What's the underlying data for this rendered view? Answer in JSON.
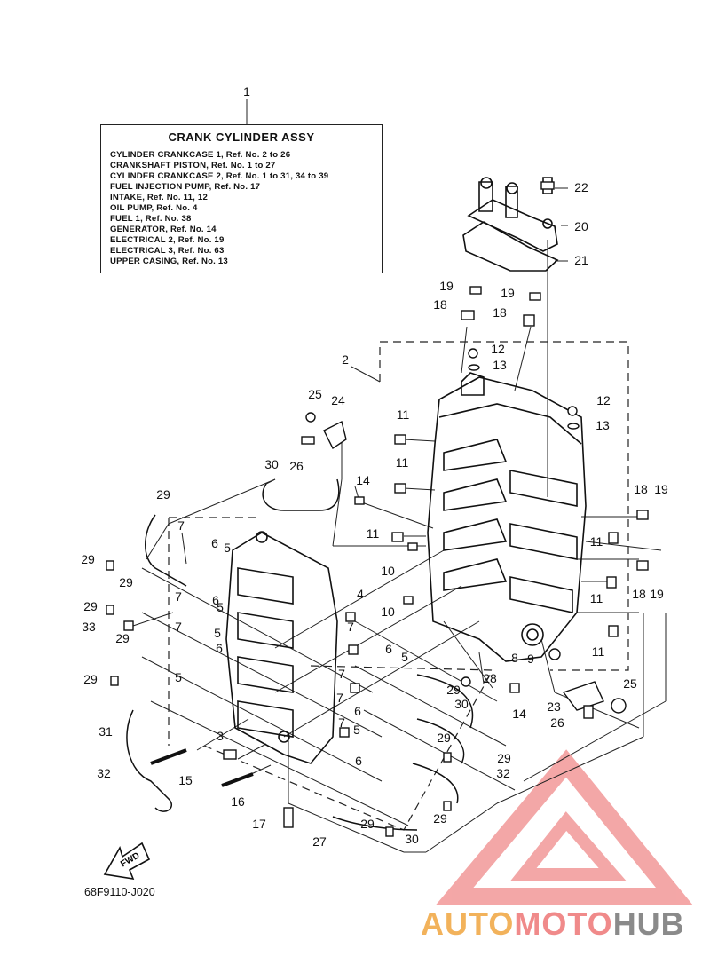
{
  "legend": {
    "title": "CRANK CYLINDER ASSY",
    "lines": [
      "CYLINDER CRANKCASE 1,  Ref. No. 2 to 26",
      "CRANKSHAFT PISTON,  Ref. No. 1 to 27",
      "CYLINDER CRANKCASE 2,  Ref. No. 1 to 31, 34 to 39",
      "FUEL INJECTION PUMP,  Ref. No. 17",
      "INTAKE,  Ref. No. 11, 12",
      "OIL PUMP,  Ref. No. 4",
      "FUEL 1,  Ref. No. 38",
      "GENERATOR,  Ref. No. 14",
      "ELECTRICAL 2,  Ref. No. 19",
      "ELECTRICAL 3,  Ref. No. 63",
      "UPPER CASING,  Ref. No. 13"
    ]
  },
  "diagram_code": "68F9110-J020",
  "fwd_label": "FWD",
  "watermark": {
    "part1": "AUTO",
    "part2": "MOTO",
    "part3": "HUB"
  },
  "colors": {
    "watermark_orange": "#f2b25b",
    "watermark_red": "#f08a8a",
    "watermark_gray": "#8a8a8a",
    "line": "#111111"
  },
  "callouts": [
    {
      "label": "1"
    },
    {
      "label": "2"
    },
    {
      "label": "3"
    },
    {
      "label": "4"
    },
    {
      "label": "5"
    },
    {
      "label": "5"
    },
    {
      "label": "5"
    },
    {
      "label": "5"
    },
    {
      "label": "5"
    },
    {
      "label": "5"
    },
    {
      "label": "6"
    },
    {
      "label": "6"
    },
    {
      "label": "6"
    },
    {
      "label": "6"
    },
    {
      "label": "6"
    },
    {
      "label": "6"
    },
    {
      "label": "7"
    },
    {
      "label": "7"
    },
    {
      "label": "7"
    },
    {
      "label": "7"
    },
    {
      "label": "7"
    },
    {
      "label": "7"
    },
    {
      "label": "7"
    },
    {
      "label": "8"
    },
    {
      "label": "9"
    },
    {
      "label": "10"
    },
    {
      "label": "10"
    },
    {
      "label": "11"
    },
    {
      "label": "11"
    },
    {
      "label": "11"
    },
    {
      "label": "11"
    },
    {
      "label": "11"
    },
    {
      "label": "11"
    },
    {
      "label": "12"
    },
    {
      "label": "12"
    },
    {
      "label": "13"
    },
    {
      "label": "13"
    },
    {
      "label": "14"
    },
    {
      "label": "14"
    },
    {
      "label": "15"
    },
    {
      "label": "16"
    },
    {
      "label": "17"
    },
    {
      "label": "18"
    },
    {
      "label": "18"
    },
    {
      "label": "18"
    },
    {
      "label": "18"
    },
    {
      "label": "19"
    },
    {
      "label": "19"
    },
    {
      "label": "19"
    },
    {
      "label": "19"
    },
    {
      "label": "20"
    },
    {
      "label": "21"
    },
    {
      "label": "22"
    },
    {
      "label": "23"
    },
    {
      "label": "24"
    },
    {
      "label": "25"
    },
    {
      "label": "25"
    },
    {
      "label": "26"
    },
    {
      "label": "26"
    },
    {
      "label": "27"
    },
    {
      "label": "28"
    },
    {
      "label": "29"
    },
    {
      "label": "29"
    },
    {
      "label": "29"
    },
    {
      "label": "29"
    },
    {
      "label": "29"
    },
    {
      "label": "29"
    },
    {
      "label": "29"
    },
    {
      "label": "29"
    },
    {
      "label": "29"
    },
    {
      "label": "29"
    },
    {
      "label": "29"
    },
    {
      "label": "30"
    },
    {
      "label": "30"
    },
    {
      "label": "30"
    },
    {
      "label": "31"
    },
    {
      "label": "32"
    },
    {
      "label": "32"
    },
    {
      "label": "33"
    }
  ]
}
